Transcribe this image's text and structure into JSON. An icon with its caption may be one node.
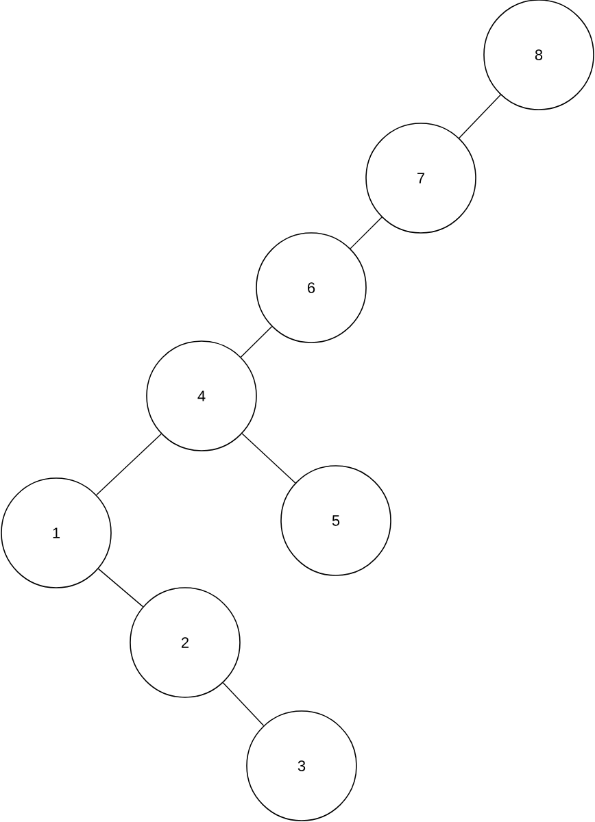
{
  "diagram": {
    "nodes": [
      {
        "text": [
          "8"
        ]
      },
      {
        "text": [
          "7"
        ]
      },
      {
        "text": [
          "6"
        ]
      },
      {
        "text": [
          "4"
        ]
      },
      {
        "text": [
          "1"
        ]
      },
      {
        "text": [
          "5"
        ]
      },
      {
        "text": [
          "2"
        ]
      },
      {
        "text": [
          "3"
        ]
      }
    ],
    "edges": [
      {
        "from": 0,
        "to": 1,
        "arrow": "none"
      },
      {
        "from": 1,
        "to": 2,
        "arrow": "none"
      },
      {
        "from": 2,
        "to": 3,
        "arrow": "none"
      },
      {
        "from": 3,
        "to": 4,
        "arrow": "none"
      },
      {
        "from": 3,
        "to": 5,
        "arrow": "none"
      },
      {
        "from": 4,
        "to": 6,
        "arrow": "none"
      },
      {
        "from": 6,
        "to": 7,
        "arrow": "none"
      }
    ]
  }
}
